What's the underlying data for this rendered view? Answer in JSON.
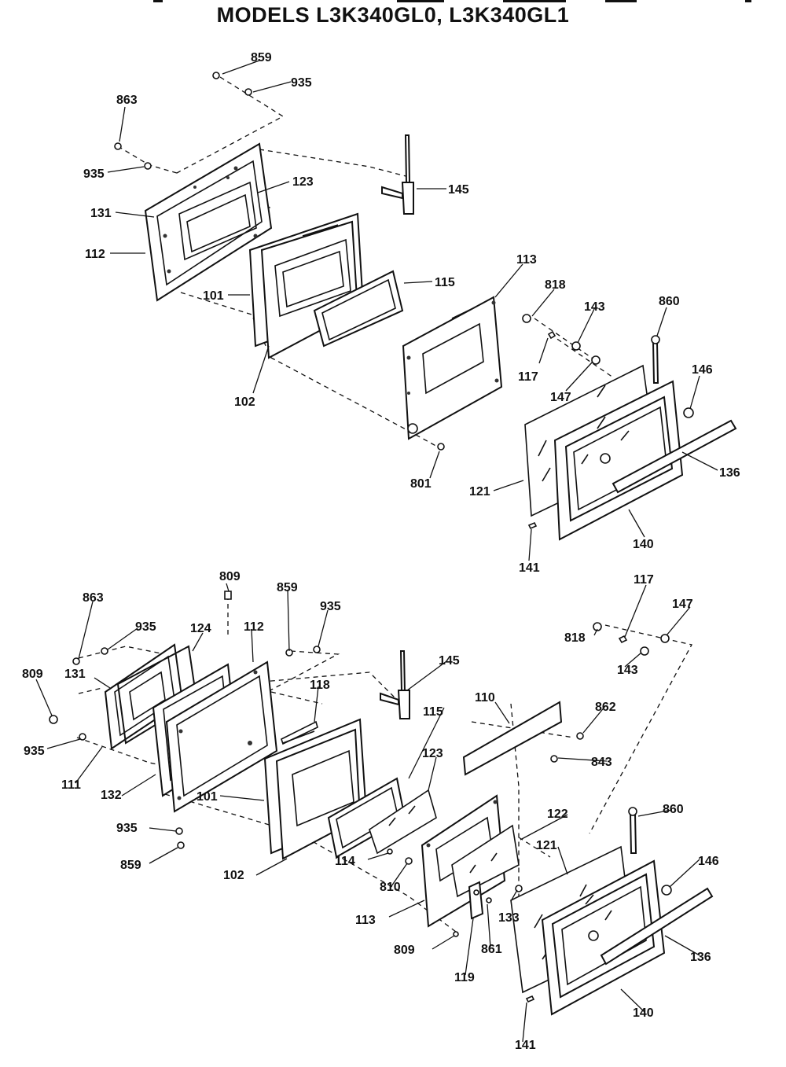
{
  "title": "MODELS L3K340GL0, L3K340GL1",
  "colors": {
    "ink": "#111111",
    "paper": "#ffffff"
  },
  "diagram_top": {
    "labels": [
      "859",
      "935",
      "863",
      "935",
      "123",
      "145",
      "131",
      "112",
      "101",
      "115",
      "113",
      "818",
      "143",
      "860",
      "117",
      "147",
      "146",
      "102",
      "136",
      "121",
      "801",
      "140",
      "141"
    ]
  },
  "diagram_bottom": {
    "labels": [
      "809",
      "117",
      "863",
      "859",
      "935",
      "147",
      "935",
      "124",
      "112",
      "818",
      "143",
      "809",
      "131",
      "145",
      "118",
      "115",
      "110",
      "862",
      "935",
      "123",
      "843",
      "111",
      "132",
      "101",
      "122",
      "860",
      "935",
      "146",
      "114",
      "121",
      "859",
      "810",
      "102",
      "133",
      "136",
      "113",
      "861",
      "809",
      "119",
      "140",
      "141"
    ]
  }
}
